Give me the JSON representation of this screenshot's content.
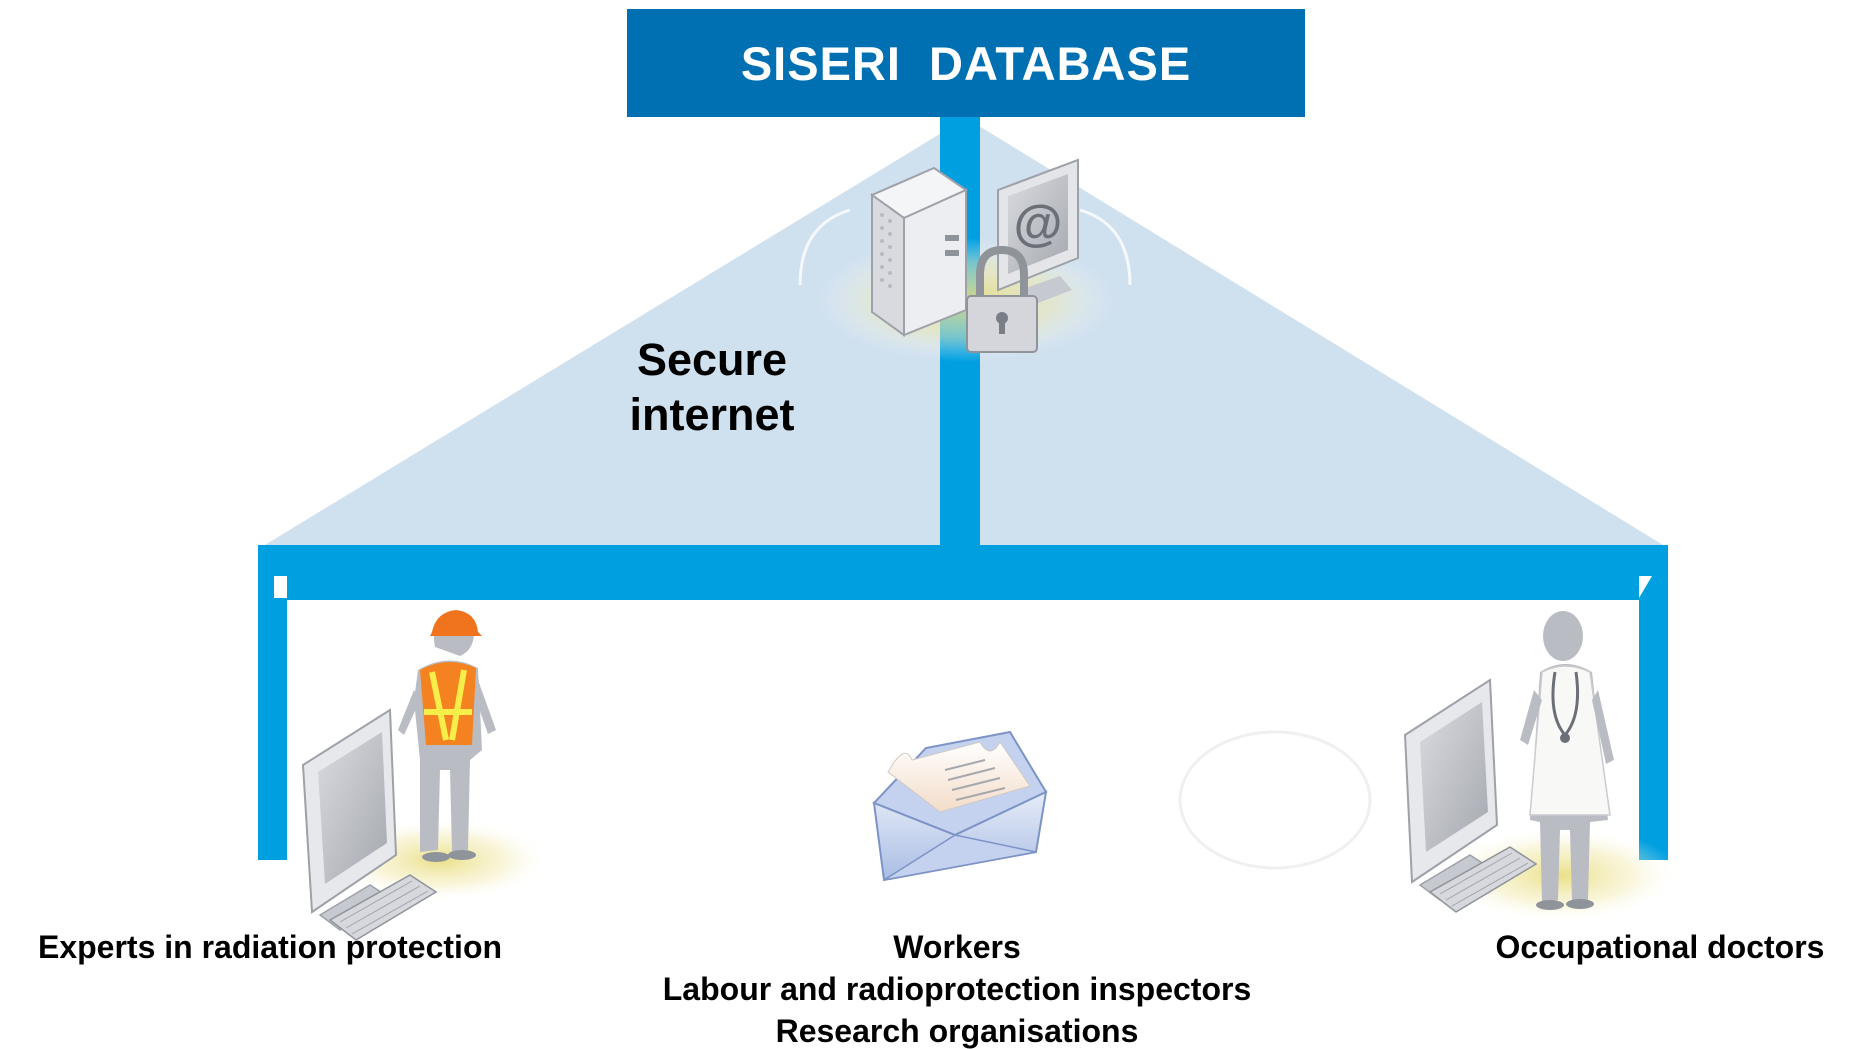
{
  "header": {
    "title": "SISERI  DATABASE"
  },
  "network": {
    "label_line1": "Secure",
    "label_line2": "internet"
  },
  "actors": {
    "left_label": "Experts in radiation protection",
    "center_line1": "Workers",
    "center_line2": "Labour and radioprotection inspectors",
    "center_line3": "Research organisations",
    "right_label": "Occupational doctors"
  },
  "icons": {
    "server": "server-tower-icon",
    "monitor_at": "monitor-at-sign-icon",
    "lock": "padlock-icon",
    "worker": "construction-worker-icon",
    "doctor": "doctor-icon",
    "letter": "open-envelope-letter-icon",
    "computer": "desktop-computer-icon",
    "at_symbol": "@"
  },
  "colors": {
    "header_bg": "#0070b3",
    "line_blue": "#009fe0",
    "triangle_fill": "#cfe0ef",
    "vest_orange": "#f58220",
    "helmet_orange": "#f0741e",
    "person_gray": "#b9bcc2"
  }
}
